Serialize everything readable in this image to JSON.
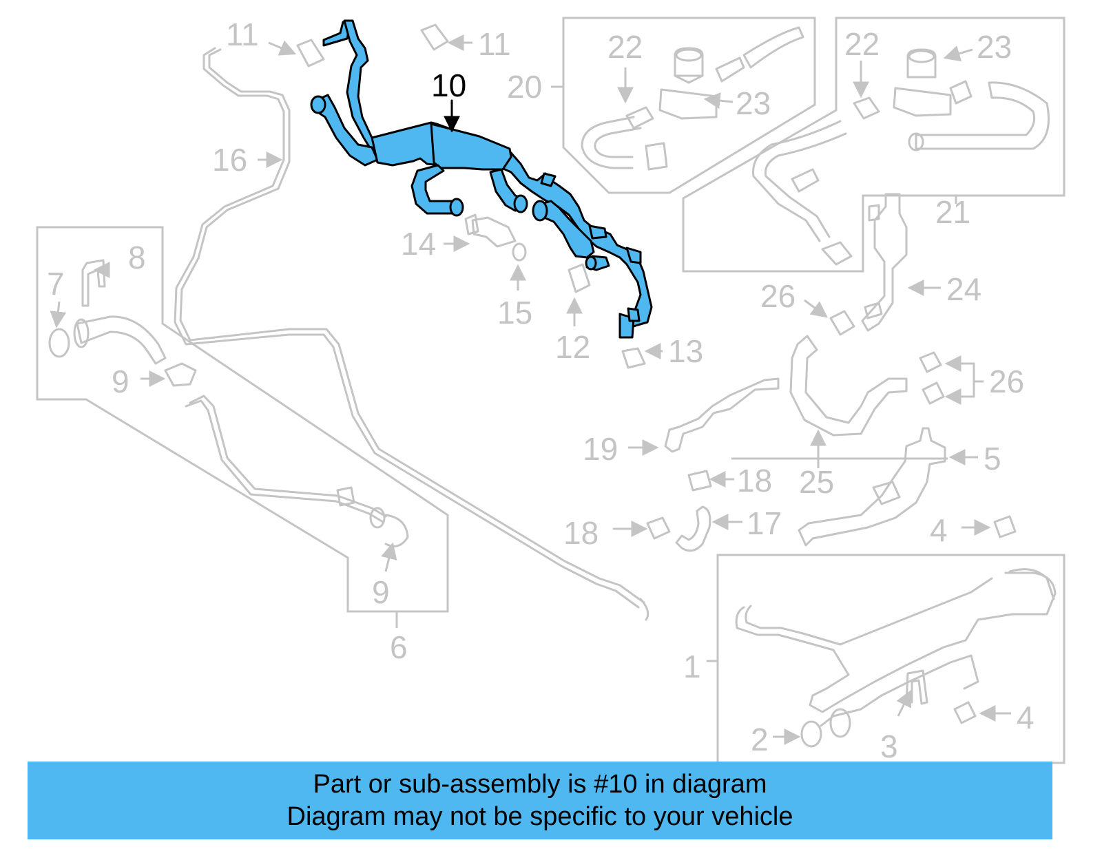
{
  "callouts": {
    "c1": "1",
    "c2": "2",
    "c3": "3",
    "c4a": "4",
    "c4b": "4",
    "c5": "5",
    "c6": "6",
    "c7": "7",
    "c8": "8",
    "c9a": "9",
    "c9b": "9",
    "c10": "10",
    "c11a": "11",
    "c11b": "11",
    "c12": "12",
    "c13": "13",
    "c14": "14",
    "c15": "15",
    "c16": "16",
    "c17": "17",
    "c18a": "18",
    "c18b": "18",
    "c19": "19",
    "c20": "20",
    "c21": "21",
    "c22a": "22",
    "c22b": "22",
    "c23a": "23",
    "c23b": "23",
    "c24": "24",
    "c25": "25",
    "c26a": "26",
    "c26b": "26"
  },
  "highlighted_part": "10",
  "colors": {
    "highlight": "#4fb8f0",
    "muted_lines": "#c4c4c4",
    "banner": "#4fb8f0"
  },
  "banner": {
    "line1": "Part or sub-assembly is #10 in diagram",
    "line2": "Diagram may not be specific to your vehicle"
  }
}
